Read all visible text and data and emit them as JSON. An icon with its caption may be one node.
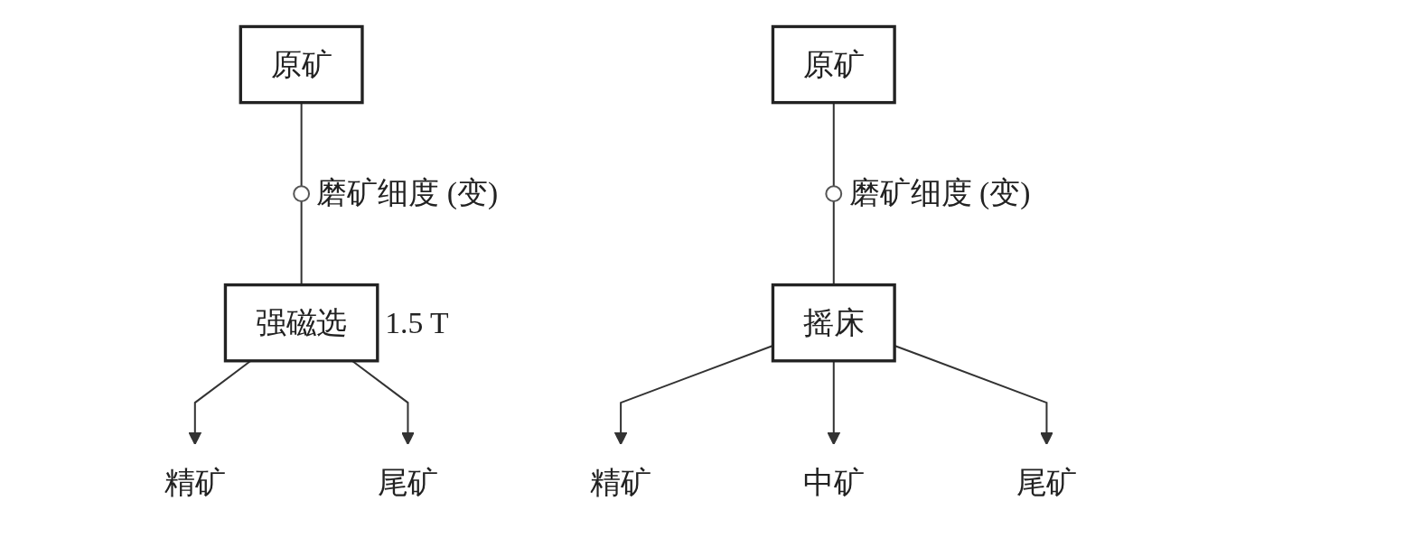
{
  "diagram": {
    "nodes": [
      {
        "text": [
          "原矿"
        ]
      },
      {
        "text": [],
        "shape": "circle",
        "beside": [
          "磨矿细度 (变)"
        ]
      },
      {
        "text": [
          "强磁选"
        ],
        "beside": [
          "1.5 T"
        ]
      },
      {
        "text": [
          "精矿"
        ]
      },
      {
        "text": [
          "尾矿"
        ]
      },
      {
        "text": [
          "原矿"
        ]
      },
      {
        "text": [],
        "shape": "circle",
        "beside": [
          "磨矿细度 (变)"
        ]
      },
      {
        "text": [
          "摇床"
        ]
      },
      {
        "text": [
          "精矿"
        ]
      },
      {
        "text": [
          "中矿"
        ]
      },
      {
        "text": [
          "尾矿"
        ]
      }
    ],
    "edges": [
      {
        "from": 0,
        "to": 1,
        "arrow": "none"
      },
      {
        "from": 1,
        "to": 2,
        "arrow": "none"
      },
      {
        "from": 2,
        "to": 3,
        "arrow": "to"
      },
      {
        "from": 2,
        "to": 4,
        "arrow": "to"
      },
      {
        "from": 5,
        "to": 6,
        "arrow": "none"
      },
      {
        "from": 6,
        "to": 7,
        "arrow": "none"
      },
      {
        "from": 7,
        "to": 8,
        "arrow": "to"
      },
      {
        "from": 7,
        "to": 9,
        "arrow": "to"
      },
      {
        "from": 7,
        "to": 10,
        "arrow": "to"
      }
    ]
  }
}
